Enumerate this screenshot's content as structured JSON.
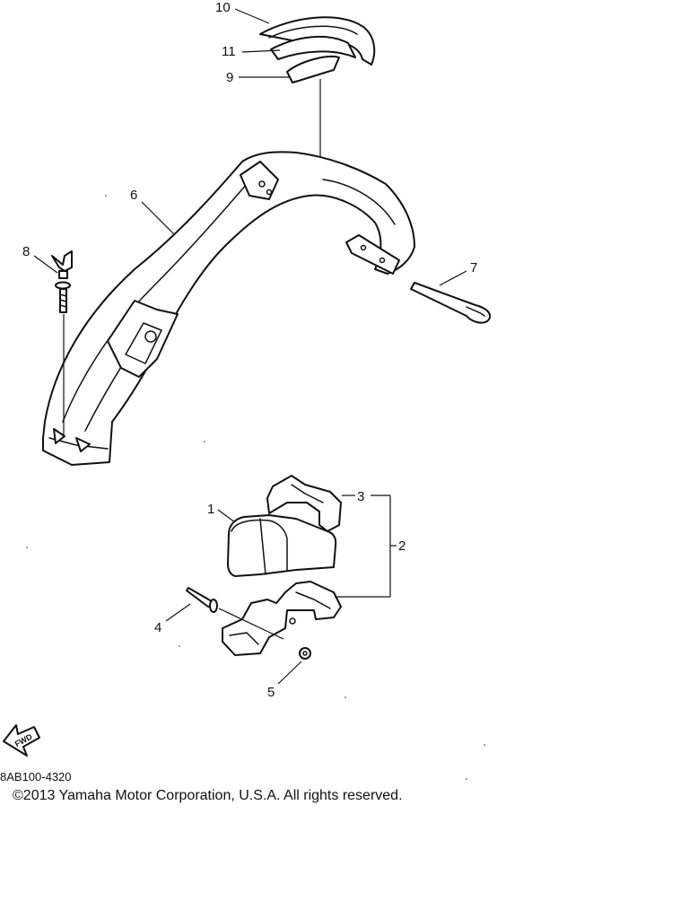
{
  "diagram": {
    "callouts": [
      "1",
      "2",
      "3",
      "4",
      "5",
      "6",
      "7",
      "8",
      "9",
      "10",
      "11"
    ],
    "fwd_label": "FWD"
  },
  "footer": {
    "drawing_code": "8AB100-4320",
    "copyright": "©2013 Yamaha Motor Corporation, U.S.A. All rights reserved."
  }
}
